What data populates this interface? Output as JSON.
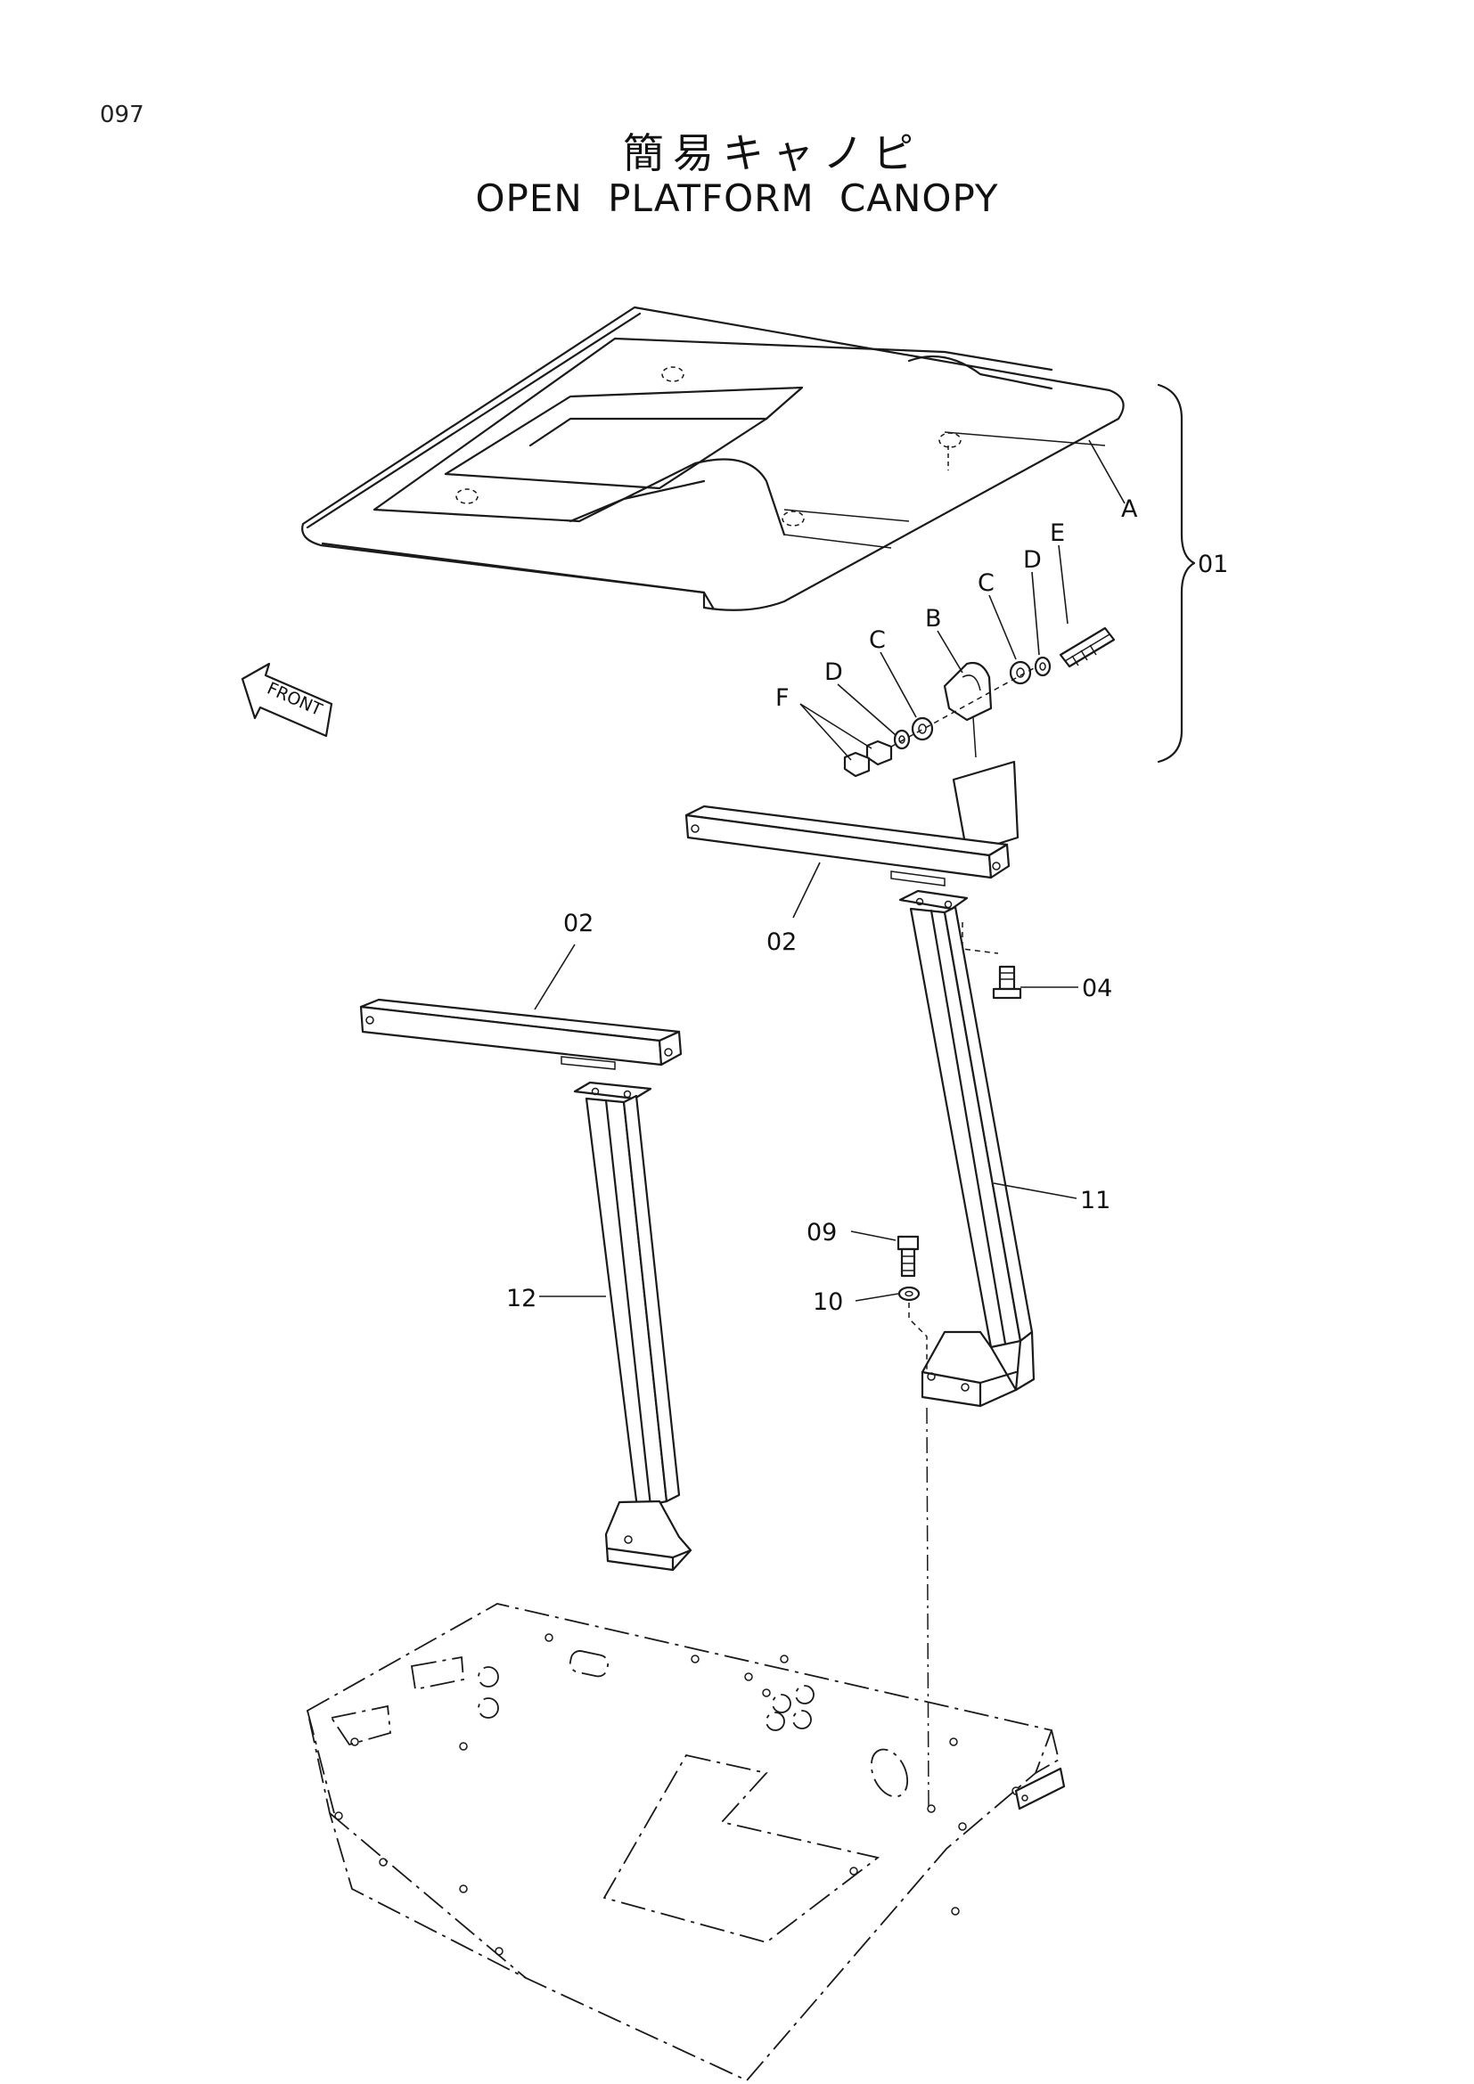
{
  "page_number": "097",
  "title_jp": "簡易キャノピ",
  "title_en": "OPEN PLATFORM CANOPY",
  "front_label": "FRONT",
  "assembly": {
    "group": "01",
    "subparts": [
      "A",
      "B",
      "C",
      "C",
      "D",
      "D",
      "E",
      "F"
    ]
  },
  "callouts": {
    "A": "A",
    "B": "B",
    "C1": "C",
    "C2": "C",
    "D1": "D",
    "D2": "D",
    "E": "E",
    "F": "F",
    "p01": "01",
    "p02a": "02",
    "p02b": "02",
    "p04": "04",
    "p09": "09",
    "p10": "10",
    "p11": "11",
    "p12": "12"
  }
}
